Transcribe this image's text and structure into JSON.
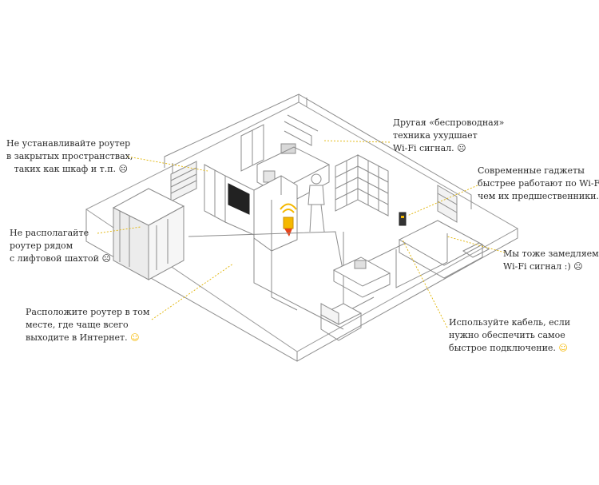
{
  "colors": {
    "accent": "#f5b800",
    "glow_inner": "#f7a600",
    "glow_outer": "#fff6c2",
    "router_orange": "#e8441a",
    "line": "#8c8c8c",
    "leader": "#e0b300"
  },
  "icons": {
    "sad": "☹",
    "happy": "☺"
  },
  "callouts": {
    "closed_spaces": {
      "lines": [
        "Не устанавливайте роутер",
        "в закрытых пространствах,",
        "таких как шкаф и т.п."
      ],
      "face": "☹"
    },
    "elevator": {
      "lines": [
        "Не располагайте",
        "роутер рядом",
        "с лифтовой шахтой"
      ],
      "face": "☹"
    },
    "placement": {
      "lines": [
        "Расположите роутер в том",
        "месте, где чаще всего",
        "выходите в Интернет."
      ],
      "face": "☺"
    },
    "wireless_tech": {
      "lines": [
        "Другая «беспроводная»",
        "техника ухудшает",
        "Wi-Fi сигнал."
      ],
      "face": "☹"
    },
    "modern_gadgets": {
      "lines": [
        "Современные гаджеты",
        "быстрее работают по Wi-Fi",
        "чем их предшественники."
      ],
      "face": "☹"
    },
    "we_slow": {
      "lines": [
        "Мы тоже замедляем",
        "Wi-Fi сигнал :)"
      ],
      "face": "☹"
    },
    "cable": {
      "lines": [
        "Используйте кабель, если",
        "нужно обеспечить самое",
        "быстрое подключение."
      ],
      "face": "☺"
    }
  }
}
